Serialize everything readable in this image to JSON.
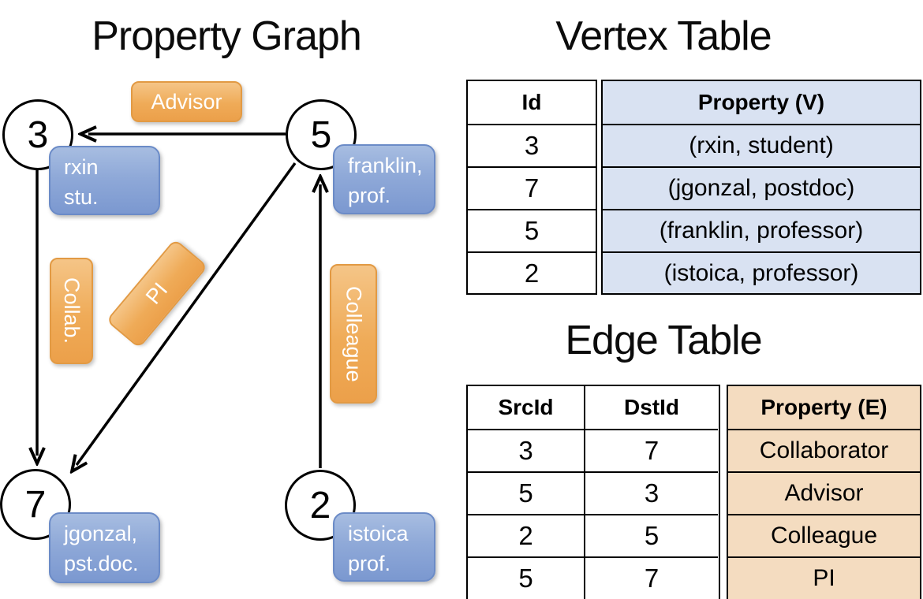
{
  "graph": {
    "title": "Property Graph",
    "nodes": {
      "n3": {
        "id": "3",
        "line1": "rxin",
        "line2": "stu."
      },
      "n5": {
        "id": "5",
        "line1": "franklin,",
        "line2": "prof."
      },
      "n7": {
        "id": "7",
        "line1": "jgonzal,",
        "line2": "pst.doc."
      },
      "n2": {
        "id": "2",
        "line1": "istoica",
        "line2": "prof."
      }
    },
    "edge_labels": {
      "advisor": "Advisor",
      "collab": "Collab.",
      "pi": "PI",
      "colleague": "Colleague"
    }
  },
  "vertex_table": {
    "title": "Vertex Table",
    "id_header": "Id",
    "property_header": "Property (V)",
    "ids": [
      "3",
      "7",
      "5",
      "2"
    ],
    "properties": [
      "(rxin, student)",
      "(jgonzal, postdoc)",
      "(franklin, professor)",
      "(istoica, professor)"
    ]
  },
  "edge_table": {
    "title": "Edge Table",
    "src_header": "SrcId",
    "dst_header": "DstId",
    "property_header": "Property (E)",
    "src_ids": [
      "3",
      "5",
      "2",
      "5"
    ],
    "dst_ids": [
      "7",
      "3",
      "5",
      "7"
    ],
    "properties": [
      "Collaborator",
      "Advisor",
      "Colleague",
      "PI"
    ]
  },
  "colors": {
    "edge_label_fill": "#efab58",
    "vertex_label_fill": "#8fa9d8",
    "vertex_property_fill": "#d9e2f2",
    "edge_property_fill": "#f4dcc0",
    "line": "#000000"
  }
}
